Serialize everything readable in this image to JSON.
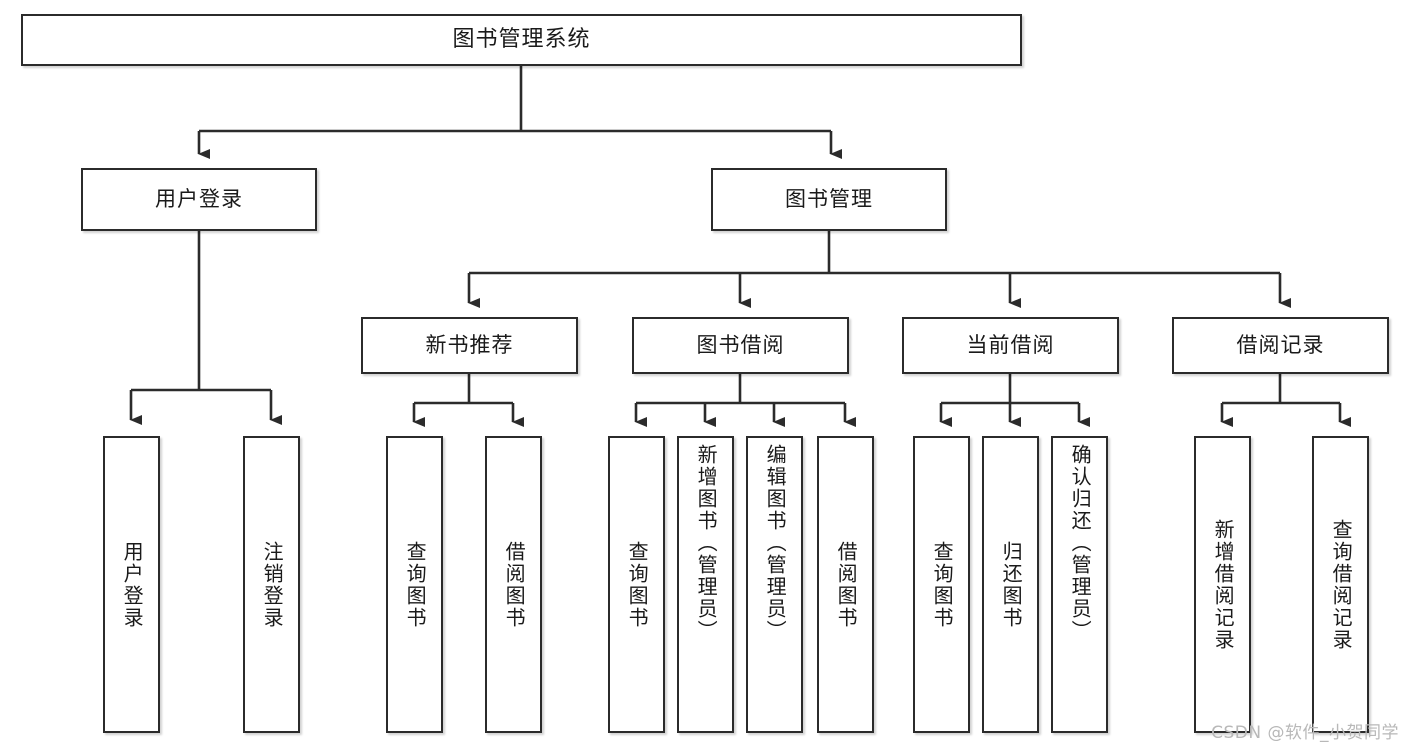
{
  "diagram": {
    "title": "图书管理系统",
    "type": "functional-structure-tree",
    "colors": {
      "box_border": "#2b2b2b",
      "box_fill": "#ffffff",
      "line": "#2b2b2b",
      "text": "#1a1a1a",
      "watermark": "#b8b8b8"
    },
    "root": {
      "label": "图书管理系统"
    },
    "level2": [
      {
        "label": "用户登录"
      },
      {
        "label": "图书管理"
      }
    ],
    "level3": [
      {
        "label": "新书推荐"
      },
      {
        "label": "图书借阅"
      },
      {
        "label": "当前借阅"
      },
      {
        "label": "借阅记录"
      }
    ],
    "leaves": {
      "user_login": [
        {
          "label": "用户登录"
        },
        {
          "label": "注销登录"
        }
      ],
      "new_book_recommend": [
        {
          "label": "查询图书"
        },
        {
          "label": "借阅图书"
        }
      ],
      "book_borrow": [
        {
          "label": "查询图书"
        },
        {
          "label": "新增图书（管理员）"
        },
        {
          "label": "编辑图书（管理员）"
        },
        {
          "label": "借阅图书"
        }
      ],
      "current_borrow": [
        {
          "label": "查询图书"
        },
        {
          "label": "归还图书"
        },
        {
          "label": "确认归还（管理员）"
        }
      ],
      "borrow_record": [
        {
          "label": "新增借阅记录"
        },
        {
          "label": "查询借阅记录"
        }
      ]
    }
  },
  "watermark": {
    "text": "CSDN @软件_小贺同学"
  }
}
